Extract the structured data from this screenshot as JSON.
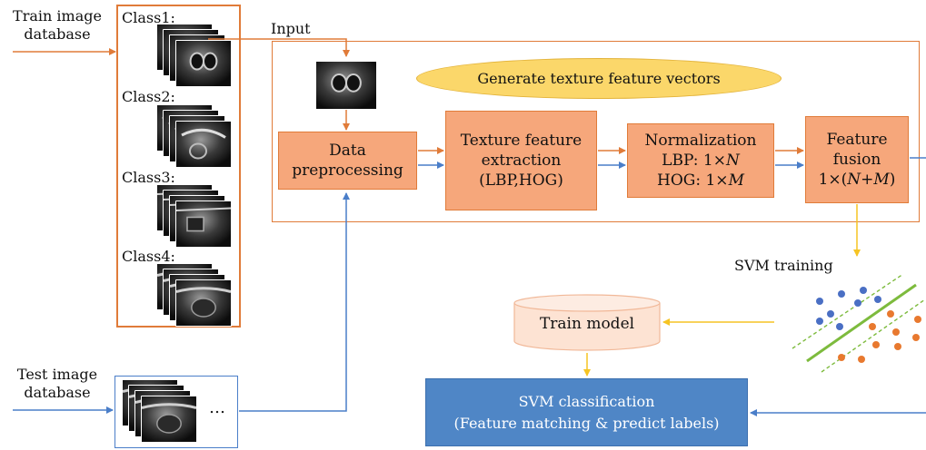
{
  "inputs": {
    "train_db": "Train image\ndatabase",
    "test_db": "Test image\ndatabase",
    "input": "Input",
    "ellipsis": "…"
  },
  "classes": [
    "Class1:",
    "Class2:",
    "Class3:",
    "Class4:"
  ],
  "feature_stage": {
    "title": "Generate texture feature vectors",
    "preprocess": [
      "Data",
      "preprocessing"
    ],
    "texture": [
      "Texture feature",
      "extraction",
      "(LBP,HOG)"
    ],
    "normalization": {
      "title": "Normalization",
      "lbp_prefix": "LBP: 1×",
      "lbp_var": "N",
      "hog_prefix": "HOG: 1×",
      "hog_var": "M"
    },
    "fusion": {
      "line1": "Feature",
      "line2": "fusion",
      "formula_prefix": "1×(",
      "formula_var": "N+M",
      "formula_suffix": ")"
    }
  },
  "training": {
    "svm_training": "SVM training",
    "train_model": "Train model"
  },
  "classification": {
    "line1": "SVM classification",
    "line2": "(Feature matching & predict labels)"
  },
  "colors": {
    "orange": "#e07b39",
    "orange_fill": "#f6a77b",
    "blue": "#4a7ec9",
    "yellow": "#f6c423",
    "green": "#7dbb3d",
    "svm_blue": "#4f86c6"
  },
  "icons": [
    "ultrasound-thumbnail-icon",
    "svm-scatter-icon",
    "database-cylinder-icon"
  ]
}
